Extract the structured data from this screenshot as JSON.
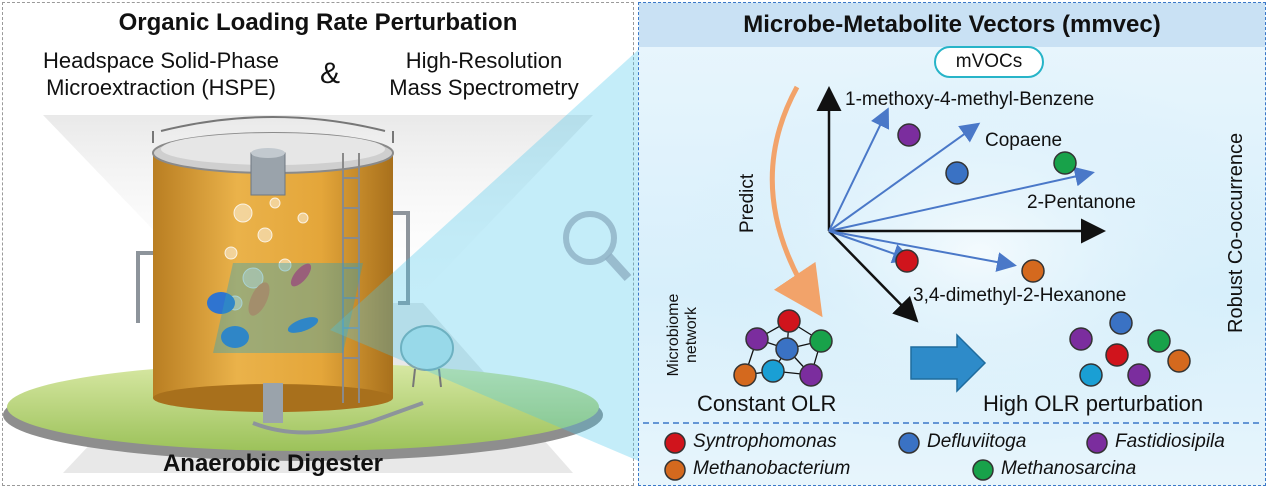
{
  "left": {
    "title": "Organic Loading Rate Perturbation",
    "method_left_line1": "Headspace Solid-Phase",
    "method_left_line2": "Microextraction (HSPE)",
    "ampersand": "&",
    "method_right_line1": "High-Resolution",
    "method_right_line2": "Mass Spectrometry",
    "footer": "Anaerobic Digester"
  },
  "right": {
    "title": "Microbe-Metabolite Vectors (mmvec)",
    "mvocs_label": "mVOCs",
    "predict_label": "Predict",
    "microbiome_line1": "Microbiome",
    "microbiome_line2": "network",
    "robust_label": "Robust Co-occurrence",
    "vectors": [
      "1-methoxy-4-methyl-Benzene",
      "Copaene",
      "2-Pentanone",
      "3,4-dimethyl-2-Hexanone"
    ],
    "constant_label": "Constant OLR",
    "high_label": "High OLR perturbation"
  },
  "legend": [
    {
      "name": "Syntrophomonas",
      "color": "#d0141c"
    },
    {
      "name": "Defluviitoga",
      "color": "#3a72c4"
    },
    {
      "name": "Fastidiosipila",
      "color": "#7b2d9e"
    },
    {
      "name": "Methanobacterium",
      "color": "#d4691e"
    },
    {
      "name": "Methanosarcina",
      "color": "#18a24a"
    }
  ],
  "colors": {
    "syntrophomonas": "#d0141c",
    "defluviitoga": "#3a72c4",
    "fastidiosipila": "#7b2d9e",
    "methanobacterium": "#d4691e",
    "methanosarcina": "#18a24a",
    "digester_body": "#e3a93a",
    "arrow_blue": "#2e8bc9",
    "vector_blue": "#4a78c8"
  }
}
